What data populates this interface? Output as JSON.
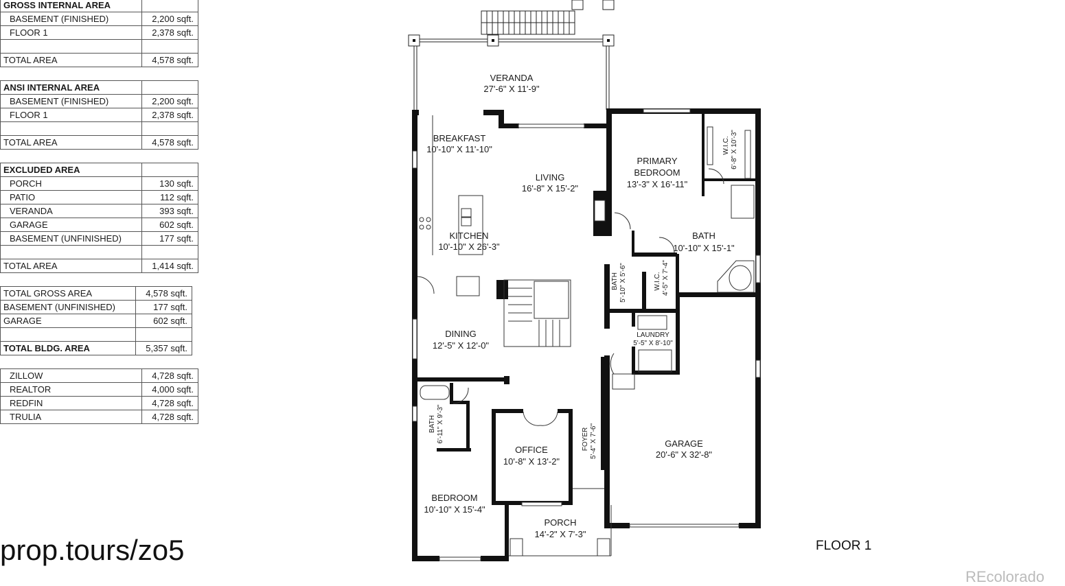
{
  "tables": {
    "gross": {
      "title": "GROSS INTERNAL AREA",
      "rows": [
        {
          "label": "BASEMENT (FINISHED)",
          "value": "2,200 sqft."
        },
        {
          "label": "FLOOR 1",
          "value": "2,378 sqft."
        }
      ],
      "total_label": "TOTAL AREA",
      "total_value": "4,578 sqft."
    },
    "ansi": {
      "title": "ANSI INTERNAL AREA",
      "rows": [
        {
          "label": "BASEMENT (FINISHED)",
          "value": "2,200 sqft."
        },
        {
          "label": "FLOOR 1",
          "value": "2,378 sqft."
        }
      ],
      "total_label": "TOTAL AREA",
      "total_value": "4,578 sqft."
    },
    "excluded": {
      "title": "EXCLUDED AREA",
      "rows": [
        {
          "label": "PORCH",
          "value": "130 sqft."
        },
        {
          "label": "PATIO",
          "value": "112 sqft."
        },
        {
          "label": "VERANDA",
          "value": "393 sqft."
        },
        {
          "label": "GARAGE",
          "value": "602 sqft."
        },
        {
          "label": "BASEMENT (UNFINISHED)",
          "value": "177 sqft."
        }
      ],
      "total_label": "TOTAL AREA",
      "total_value": "1,414 sqft."
    },
    "building": {
      "rows": [
        {
          "label": "TOTAL GROSS AREA",
          "value": "4,578 sqft."
        },
        {
          "label": "BASEMENT (UNFINISHED)",
          "value": "177 sqft."
        },
        {
          "label": "GARAGE",
          "value": "602 sqft."
        }
      ],
      "total_label": "TOTAL BLDG. AREA",
      "total_value": "5,357 sqft."
    },
    "listings": {
      "rows": [
        {
          "label": "ZILLOW",
          "value": "4,728 sqft."
        },
        {
          "label": "REALTOR",
          "value": "4,000 sqft."
        },
        {
          "label": "REDFIN",
          "value": "4,728 sqft."
        },
        {
          "label": "TRULIA",
          "value": "4,728 sqft."
        }
      ]
    }
  },
  "tour_url": "prop.tours/zo5",
  "floor_label": "FLOOR 1",
  "watermark": "REcolorado",
  "rooms": {
    "veranda": {
      "name": "VERANDA",
      "dims": "27'-6\" X 11'-9\""
    },
    "breakfast": {
      "name": "BREAKFAST",
      "dims": "10'-10\" X 11'-10\""
    },
    "living": {
      "name": "LIVING",
      "dims": "16'-8\" X 15'-2\""
    },
    "kitchen": {
      "name": "KITCHEN",
      "dims": "10'-10\" X 26'-3\""
    },
    "primary_bedroom": {
      "name1": "PRIMARY",
      "name2": "BEDROOM",
      "dims": "13'-3\" X 16'-11\""
    },
    "wic_primary": {
      "name": "W.I.C.",
      "dims": "6'-8\" X 10'-3\""
    },
    "primary_bath": {
      "name": "BATH",
      "dims": "10'-10\" X 15'-1\""
    },
    "half_bath": {
      "name": "BATH",
      "dims": "5'-10\" X 5'-6\""
    },
    "wic_small": {
      "name": "W.I.C.",
      "dims": "4'-5\" X 7'-4\""
    },
    "laundry": {
      "name": "LAUNDRY",
      "dims": "5'-5\" X 8'-10\""
    },
    "dining": {
      "name": "DINING",
      "dims": "12'-5\" X 12'-0\""
    },
    "bath2": {
      "name": "BATH",
      "dims": "6'-11\" X 9'-3\""
    },
    "office": {
      "name": "OFFICE",
      "dims": "10'-8\" X 13'-2\""
    },
    "foyer": {
      "name": "FOYER",
      "dims": "5'-4\" X 7'-6\""
    },
    "garage": {
      "name": "GARAGE",
      "dims": "20'-6\" X 32'-8\""
    },
    "bedroom": {
      "name": "BEDROOM",
      "dims": "10'-10\" X 15'-4\""
    },
    "porch": {
      "name": "PORCH",
      "dims": "14'-2\" X 7'-3\""
    }
  }
}
